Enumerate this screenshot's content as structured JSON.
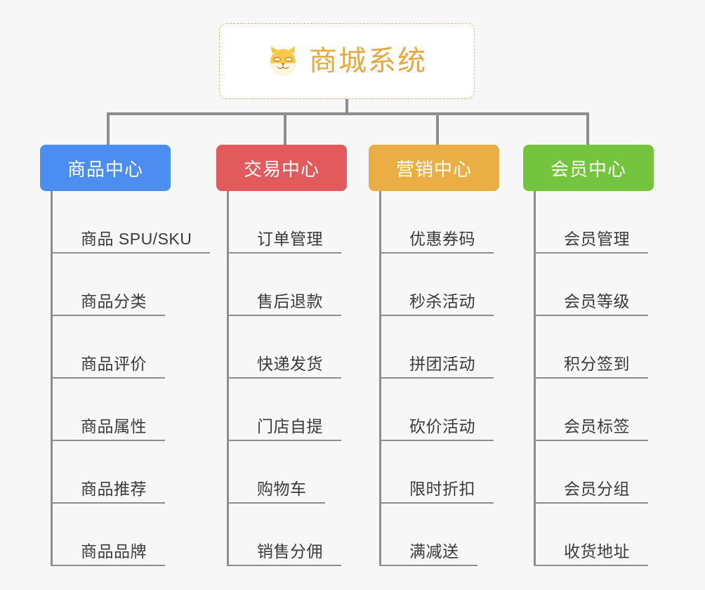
{
  "root": {
    "title": "商城系统",
    "icon": "shiba-dog-emoji",
    "title_color": "#e3a93f",
    "border_color": "#eab95e",
    "background": "#ffffff"
  },
  "canvas": {
    "background": "#f7f7f7",
    "line_color": "#8d8d8d"
  },
  "branches": [
    {
      "label": "商品中心",
      "color": "#4b8df0",
      "items": [
        "商品 SPU/SKU",
        "商品分类",
        "商品评价",
        "商品属性",
        "商品推荐",
        "商品品牌"
      ]
    },
    {
      "label": "交易中心",
      "color": "#e15a5c",
      "items": [
        "订单管理",
        "售后退款",
        "快递发货",
        "门店自提",
        "购物车",
        "销售分佣"
      ]
    },
    {
      "label": "营销中心",
      "color": "#eaae45",
      "items": [
        "优惠券码",
        "秒杀活动",
        "拼团活动",
        "砍价活动",
        "限时折扣",
        "满减送"
      ]
    },
    {
      "label": "会员中心",
      "color": "#74c43e",
      "items": [
        "会员管理",
        "会员等级",
        "积分签到",
        "会员标签",
        "会员分组",
        "收货地址"
      ]
    }
  ]
}
